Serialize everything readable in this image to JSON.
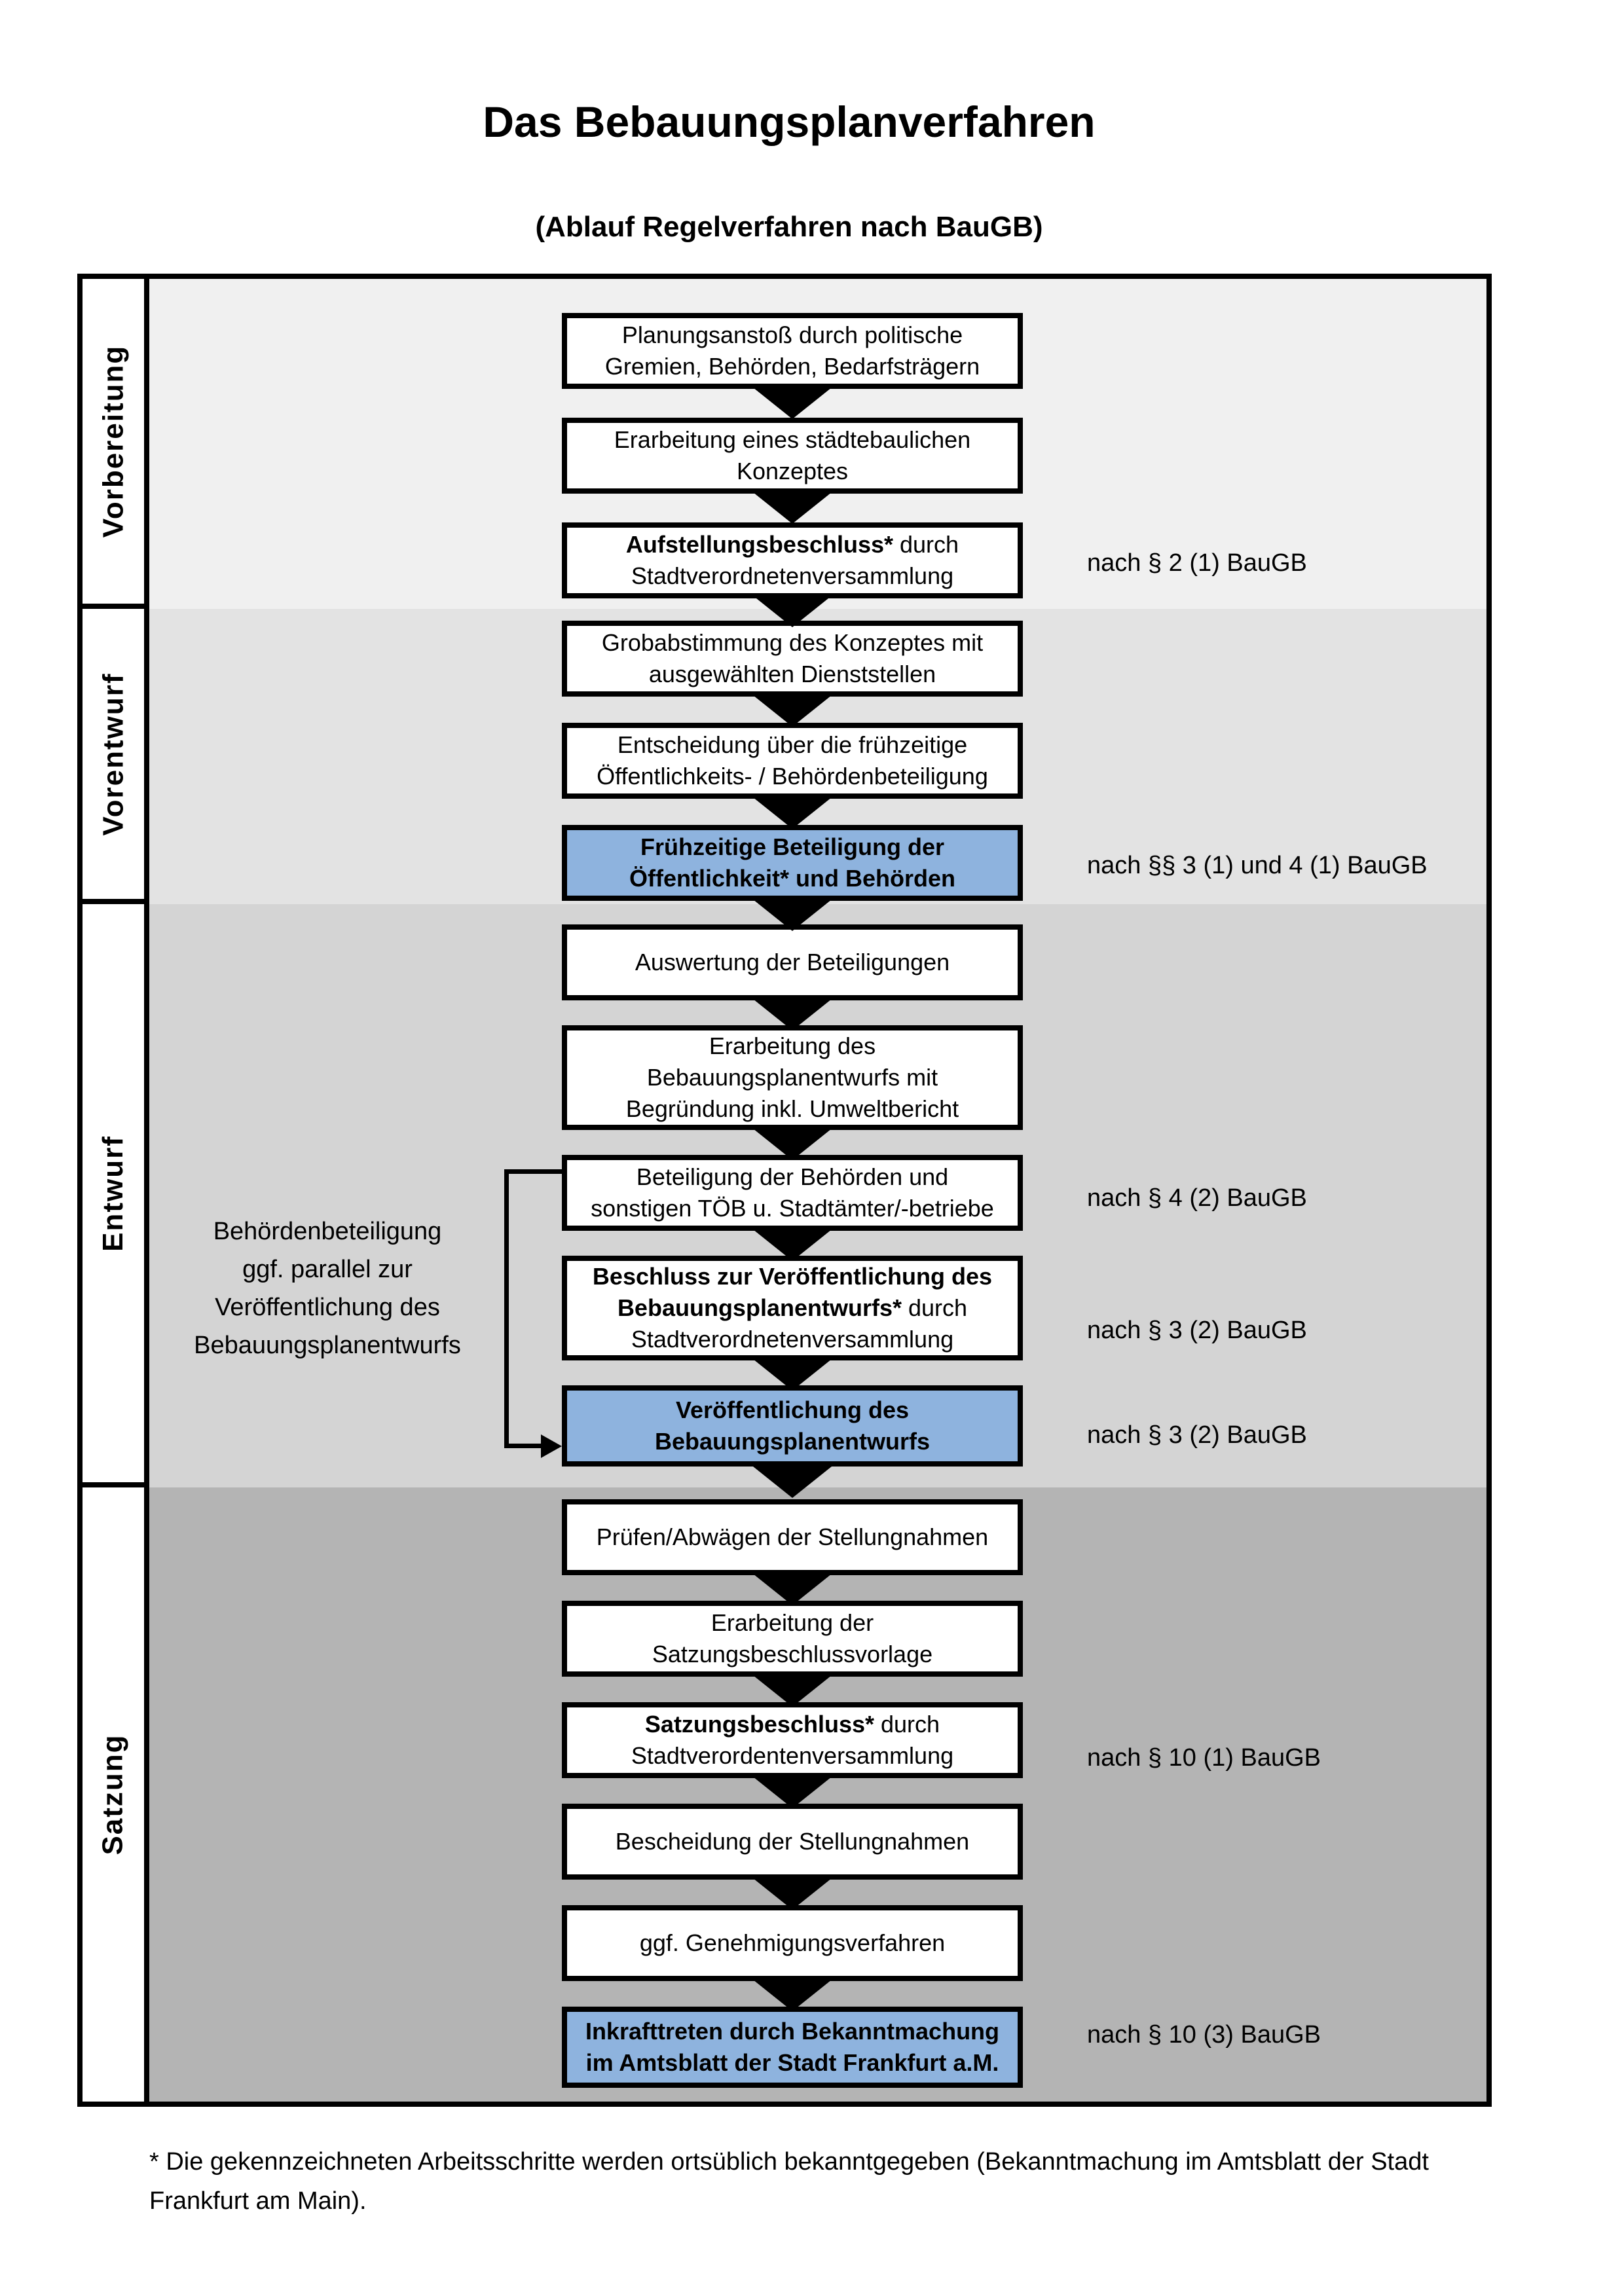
{
  "page": {
    "title": "Das Bebauungsplanverfahren",
    "subtitle": "(Ablauf Regelverfahren nach BauGB)",
    "footnote": "* Die gekennzeichneten Arbeitsschritte werden ortsüblich bekanntgegeben (Bekanntmachung im Amtsblatt  der Stadt\nFrankfurt am Main)."
  },
  "colors": {
    "band_vorbereitung": "#f0f0f0",
    "band_vorentwurf": "#e3e3e3",
    "band_entwurf": "#d4d4d4",
    "band_satzung": "#b4b4b4",
    "highlight_blue": "#8eb3de",
    "box_border": "#000000"
  },
  "sections": [
    {
      "label": "Vorbereitung"
    },
    {
      "label": "Vorentwurf"
    },
    {
      "label": "Entwurf"
    },
    {
      "label": "Satzung"
    }
  ],
  "annotations": {
    "parallel_note": "Behördenbeteiligung\nggf. parallel zur\nVeröffentlichung des\nBebauungsplanentwurfs"
  },
  "boxes": [
    {
      "bold": "",
      "rest": "Planungsanstoß durch politische\nGremien, Behörden, Bedarfsträgern"
    },
    {
      "bold": "",
      "rest": "Erarbeitung eines städtebaulichen\nKonzeptes"
    },
    {
      "bold": "Aufstellungsbeschluss*",
      "rest": " durch\nStadtverordnetenversammlung"
    },
    {
      "bold": "",
      "rest": "Grobabstimmung des Konzeptes mit\nausgewählten Dienststellen"
    },
    {
      "bold": "",
      "rest": "Entscheidung über die frühzeitige\nÖffentlichkeits- / Behördenbeteiligung"
    },
    {
      "bold": "Frühzeitige Beteiligung der\nÖffentlichkeit* und Behörden",
      "rest": ""
    },
    {
      "bold": "",
      "rest": "Auswertung der Beteiligungen"
    },
    {
      "bold": "",
      "rest": "Erarbeitung des\nBebauungsplanentwurfs mit\nBegründung inkl. Umweltbericht"
    },
    {
      "bold": "",
      "rest": "Beteiligung der Behörden und\nsonstigen TÖB u. Stadtämter/-betriebe"
    },
    {
      "bold": "Beschluss zur Veröffentlichung des\nBebauungsplanentwurfs*",
      "rest": " durch\nStadtverordnetenversammlung"
    },
    {
      "bold": "Veröffentlichung des\nBebauungsplanentwurfs",
      "rest": ""
    },
    {
      "bold": "",
      "rest": "Prüfen/Abwägen der Stellungnahmen"
    },
    {
      "bold": "",
      "rest": "Erarbeitung der\nSatzungsbeschlussvorlage"
    },
    {
      "bold": "Satzungsbeschluss*",
      "rest": " durch\nStadtverordentenversammlung"
    },
    {
      "bold": "",
      "rest": "Bescheidung der Stellungnahmen"
    },
    {
      "bold": "",
      "rest": "ggf. Genehmigungsverfahren"
    },
    {
      "bold": "Inkrafttreten",
      "rest": " durch Bekanntmachung\nim Amtsblatt der Stadt Frankfurt a.M."
    }
  ],
  "legal_refs": [
    {
      "text": "nach § 2 (1) BauGB"
    },
    {
      "text": "nach §§ 3 (1) und 4 (1) BauGB"
    },
    {
      "text": "nach § 4 (2) BauGB"
    },
    {
      "text": "nach § 3 (2) BauGB"
    },
    {
      "text": "nach § 3 (2) BauGB"
    },
    {
      "text": "nach § 10 (1) BauGB"
    },
    {
      "text": "nach § 10 (3) BauGB"
    }
  ]
}
